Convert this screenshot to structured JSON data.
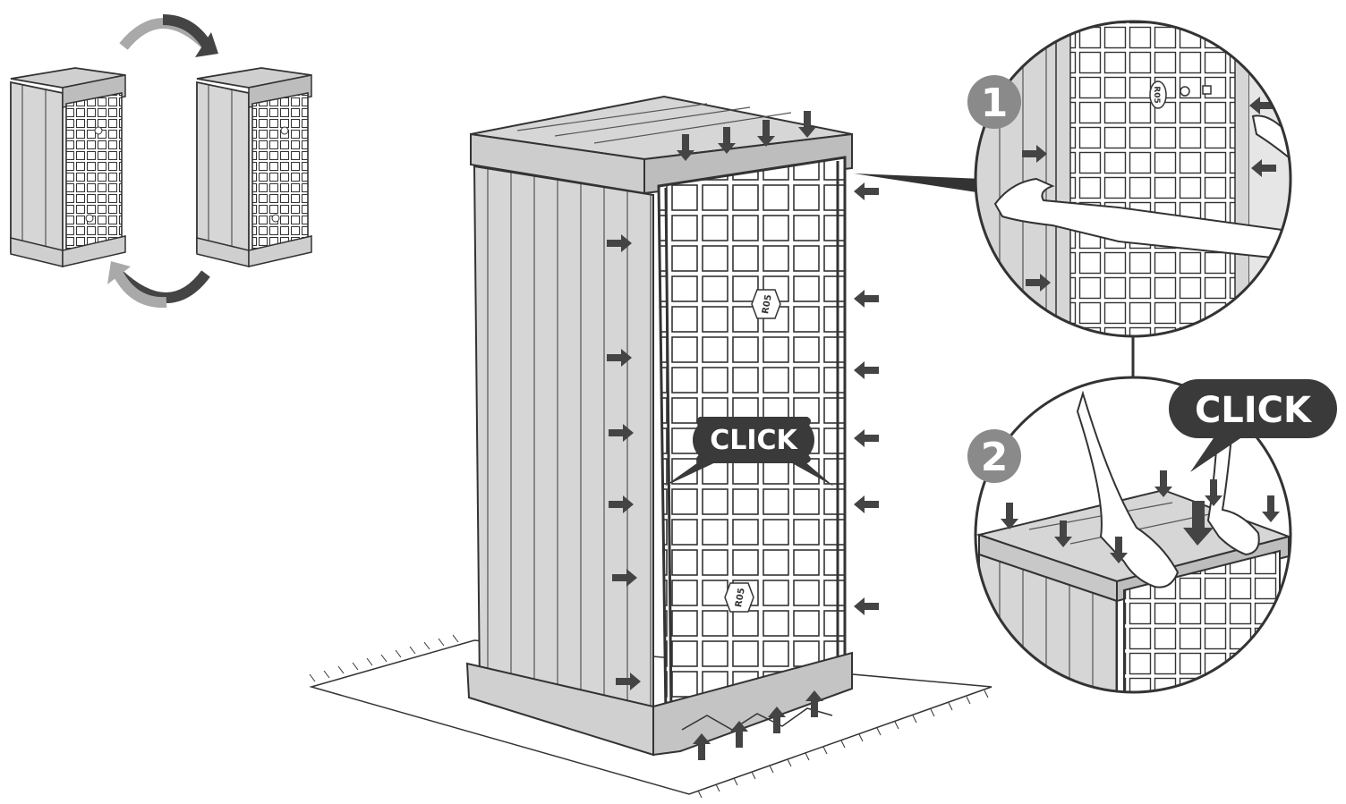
{
  "callouts": {
    "main_click": "CLICK",
    "detail_click": "CLICK"
  },
  "steps": {
    "step1": "1",
    "step2": "2"
  },
  "part_codes": {
    "panel_upper": "R05",
    "panel_lower": "R05",
    "detail_panel": "R05"
  },
  "colors": {
    "cabinet_fill": "#d6d6d6",
    "cabinet_dark": "#bdbdbd",
    "outline": "#333333",
    "arrow": "#444444",
    "rotate_arrow_light": "#a9a9a9",
    "badge": "#8a8a8a",
    "click_bubble": "#3a3a3a"
  }
}
